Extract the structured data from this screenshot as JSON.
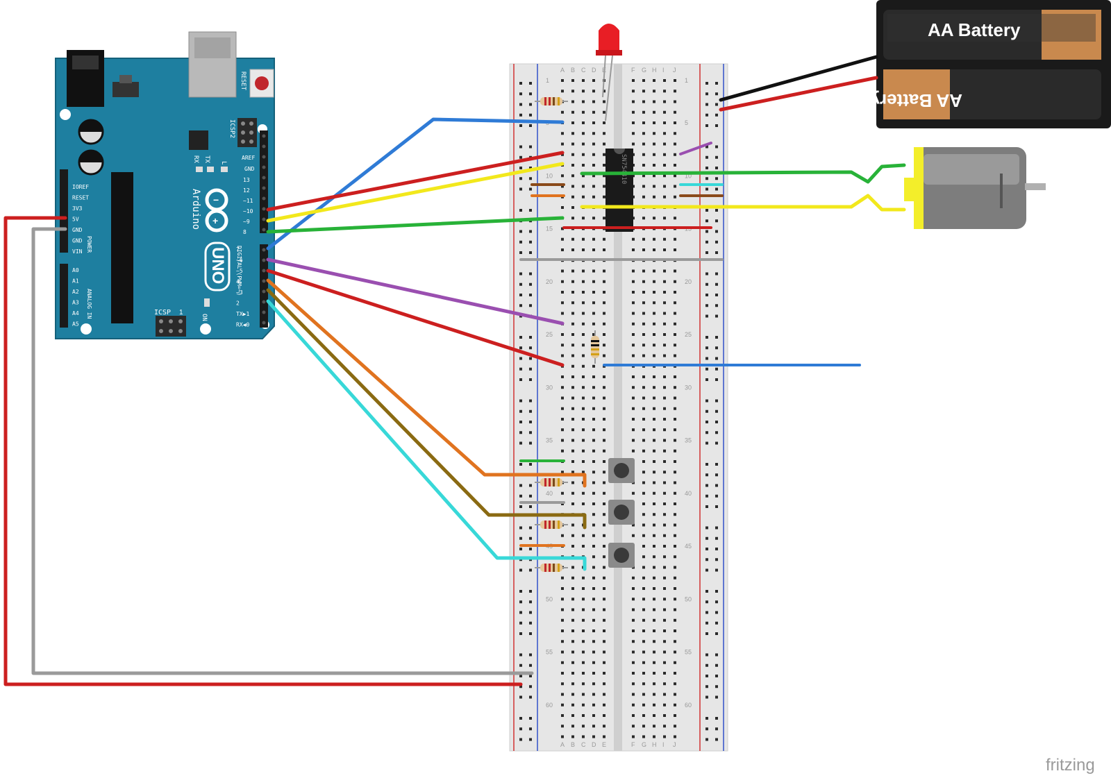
{
  "arduino": {
    "brand": "Arduino",
    "model": "UNO",
    "reset": "RESET",
    "icsp": "ICSP",
    "icsp2": "ICSP2",
    "aref": "AREF",
    "gnd": "GND",
    "tx": "TX",
    "rx": "RX",
    "l": "L",
    "on": "ON",
    "digital": "DIGITAL (PWM=~)",
    "power": "POWER",
    "analog": "ANALOG IN",
    "power_pins": [
      "IOREF",
      "RESET",
      "3V3",
      "5V",
      "GND",
      "GND",
      "VIN"
    ],
    "analog_pins": [
      "A0",
      "A1",
      "A2",
      "A3",
      "A4",
      "A5"
    ],
    "digital_pins_top": [
      "13",
      "12",
      "~11",
      "~10",
      "~9",
      "8"
    ],
    "digital_pins_bottom": [
      "7",
      "~6",
      "~5",
      "4",
      "~3",
      "2",
      "TX▶1",
      "RX◀0"
    ]
  },
  "breadboard": {
    "cols_left": [
      "A",
      "B",
      "C",
      "D",
      "E"
    ],
    "cols_right": [
      "F",
      "G",
      "H",
      "I",
      "J"
    ],
    "row_numbers": [
      "1",
      "5",
      "10",
      "15",
      "20",
      "25",
      "30",
      "35",
      "40",
      "45",
      "50",
      "55",
      "60"
    ]
  },
  "ic": {
    "label": "SN754410"
  },
  "battery": {
    "top_label": "AA Battery",
    "bottom_label": "AA Battery"
  },
  "watermark": "fritzing",
  "colors": {
    "board_blue": "#1e7fa0",
    "wire_red": "#cc1f1f",
    "wire_blue": "#2f7bd6",
    "wire_yellow": "#f2e81c",
    "wire_green": "#28b238",
    "wire_purple": "#9a4fb0",
    "wire_orange": "#e0731f",
    "wire_olive": "#8a6a12",
    "wire_cyan": "#38d8d8",
    "wire_gray": "#9a9a9a",
    "wire_black": "#111111",
    "motor_yellow": "#f3ee2a",
    "led_red": "#e81e25"
  }
}
